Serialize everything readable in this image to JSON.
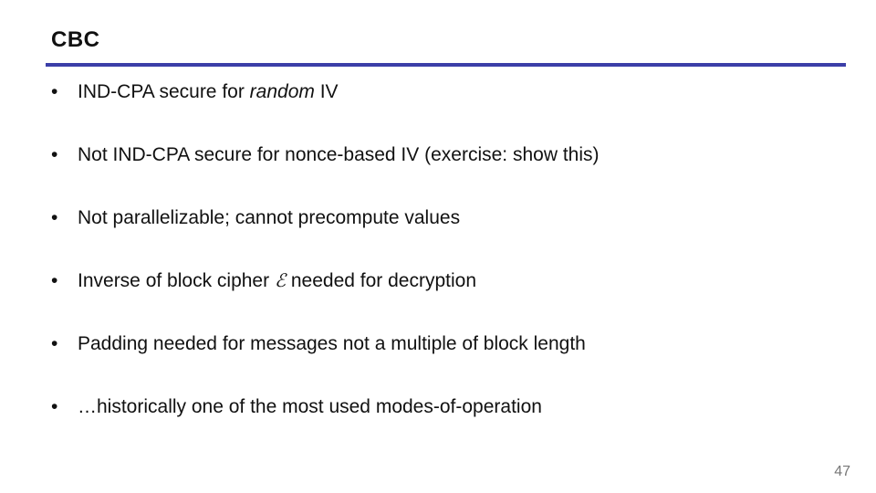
{
  "slide": {
    "title": "CBC",
    "page_number": "47",
    "accent_color": "#3b3ea8"
  },
  "bullets": [
    {
      "marker": "•",
      "text_before": "IND-CPA secure for ",
      "emphasis": "random",
      "text_after": " IV"
    },
    {
      "marker": "•",
      "text": "Not IND-CPA secure for nonce-based IV (exercise: show this)"
    },
    {
      "marker": "•",
      "text": "Not parallelizable; cannot precompute values"
    },
    {
      "marker": "•",
      "text_before": "Inverse of block cipher ",
      "symbol": "ℰ",
      "text_after": " needed for decryption"
    },
    {
      "marker": "•",
      "text": "Padding needed for messages not a multiple of block length"
    },
    {
      "marker": "•",
      "text": "…historically one of the most used modes-of-operation"
    }
  ]
}
